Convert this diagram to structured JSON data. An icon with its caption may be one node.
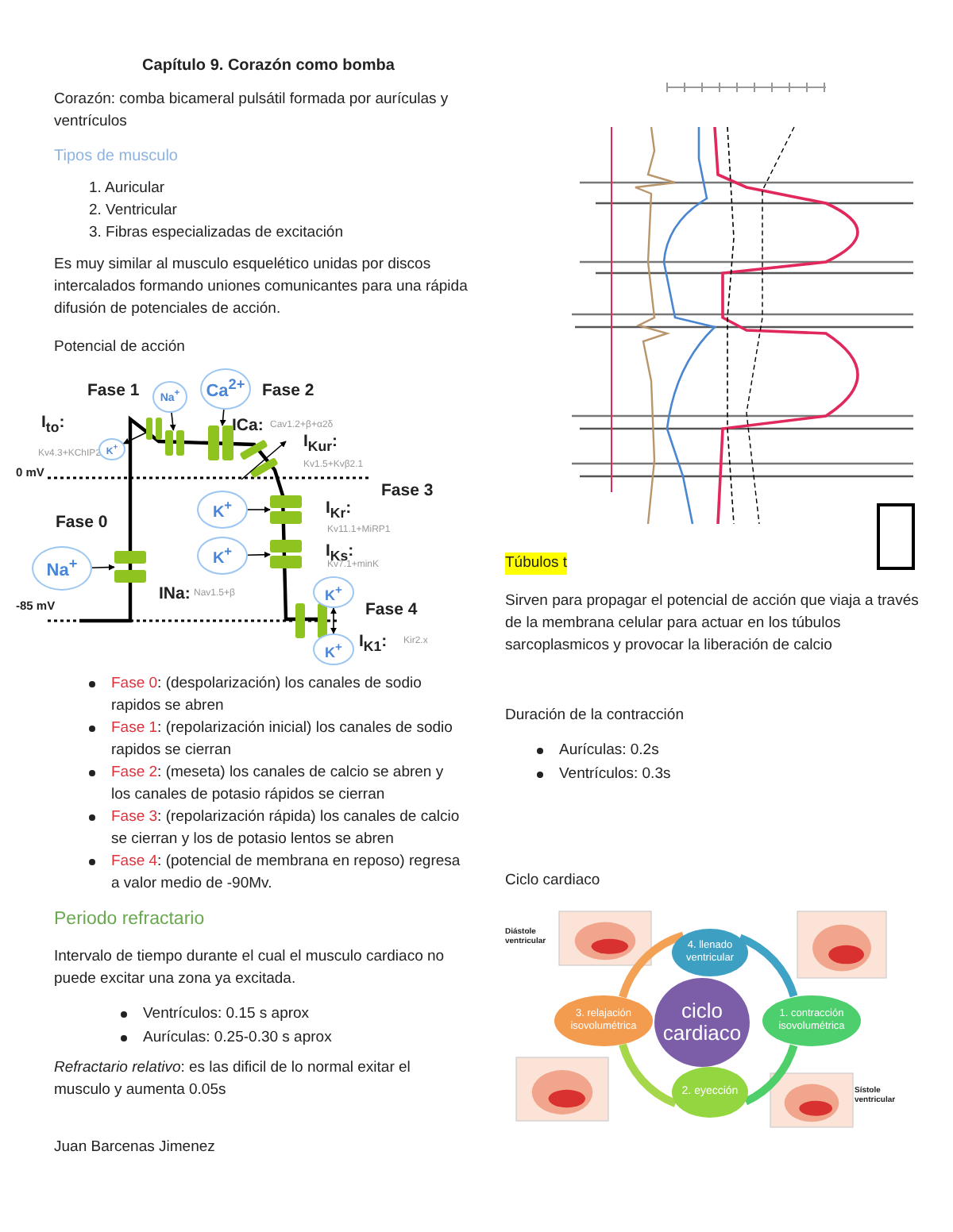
{
  "diagram": {
    "title": "Capítulo 9. Corazón como bomba",
    "nodes": [
      {
        "text": [
          "Na$^{+}$"
        ]
      },
      {
        "text": [
          "Ca$^{2+}$"
        ]
      },
      {
        "text": [
          "K$^{+}$"
        ]
      },
      {
        "text": [
          "K$^{+}$"
        ]
      },
      {
        "text": [
          "K$^{+}$"
        ]
      },
      {
        "text": [
          "Na$^{+}$"
        ]
      },
      {
        "text": [
          "K$^{+}$"
        ]
      },
      {
        "text": [
          "K$^{+}$"
        ]
      },
      {
        "text": [],
        "shape": "bar"
      },
      {
        "text": [],
        "shape": "bar"
      },
      {
        "text": [],
        "shape": "bar"
      },
      {
        "text": [],
        "shape": "bar"
      },
      {
        "text": [],
        "shape": "bar"
      },
      {
        "text": [],
        "shape": "bar"
      },
      {
        "text": [
          "ciclo cardiaco"
        ]
      },
      {
        "text": [
          "4. llenado ventricular"
        ]
      },
      {
        "text": [
          "1. contracción isovolumétrica"
        ]
      },
      {
        "text": [
          "2. eyección"
        ]
      },
      {
        "text": [
          "3. relajación isovolumétrica"
        ]
      }
    ],
    "edges": [
      {
        "from": 15,
        "to": 16,
        "arrow": "none",
        "style": "thick",
        "color": "#3fa3c6"
      },
      {
        "from": 16,
        "to": 17,
        "arrow": "none",
        "style": "thick",
        "color": "#4fcf6a"
      },
      {
        "from": 17,
        "to": 18,
        "arrow": "none",
        "style": "thick",
        "color": "#a6d64a"
      },
      {
        "from": 18,
        "to": 15,
        "arrow": "none",
        "style": "thick",
        "color": "#f3a255"
      },
      {
        "from": 0,
        "to": 10,
        "arrow": "to"
      },
      {
        "from": 1,
        "to": 11,
        "arrow": "to"
      },
      {
        "from": 9,
        "to": 2,
        "arrow": "to"
      },
      {
        "from": 3,
        "to": 12,
        "arrow": "to"
      },
      {
        "from": 4,
        "to": 13,
        "arrow": "to"
      },
      {
        "from": 5,
        "to": 8,
        "arrow": "to"
      },
      {
        "from": 6,
        "to": 7,
        "arrow": "both"
      }
    ],
    "labels": [
      "Corazón: comba bicameral pulsátil formada por aurículas y ventrículos",
      "Tipos de musculo",
      "1. Auricular",
      "2. Ventricular",
      "3. Fibras especializadas de excitación",
      "Es muy similar al musculo esquelético unidas por discos intercalados formando uniones comunicantes para una rápida difusión de potenciales de acción.",
      "Potencial de acción",
      "Fase 1",
      "Fase 2",
      "I$_{to}$:",
      "Kv4.3+KChIP2",
      "ICa:",
      "Cav1.2+β+α2δ",
      "I$_{Kur}$:",
      "Kv1.5+Kvβ2.1",
      "0 mV",
      "Fase 3",
      "I$_{Kr}$:",
      "Kv11.1+MiRP1",
      "Fase 0",
      "I$_{Ks}$:",
      "Kv7.1+minK",
      "INa:",
      "Nav1.5+β",
      "-85 mV",
      "Fase 4",
      "I$_{K1}$:",
      "Kir2.x",
      "Fase 0: (despolarización) los canales de sodio rapidos se abren",
      "Fase 1: (repolarización inicial) los canales de sodio rapidos se cierran",
      "Fase 2: (meseta) los canales de calcio se abren y los canales de potasio rápidos se cierran",
      "Fase 3: (repolarización rápida) los canales de calcio se cierran y los de potasio lentos se abren",
      "Fase 4: (potencial de membrana en reposo) regresa a valor medio de -90Mv.",
      "Periodo refractario",
      "Intervalo de tiempo durante el cual el musculo cardiaco no puede excitar una zona ya excitada.",
      "Ventrículos: 0.15 s aprox",
      "Aurículas: 0.25-0.30 s aprox",
      "*Refractario relativo*: es las dificil de lo normal exitar el musculo y aumenta 0.05s",
      "Juan Barcenas Jimenez",
      "Túbulos t",
      "Sirven para propagar el potencial de acción que viaja a través de la membrana celular para actuar en los túbulos sarcoplasmicos y provocar la liberación de calcio",
      "Duración de la contracción",
      "Aurículas: 0.2s",
      "Ventrículos: 0.3s",
      "Ciclo cardiaco",
      "Diástole ventricular",
      "Sístole ventricular"
    ]
  }
}
